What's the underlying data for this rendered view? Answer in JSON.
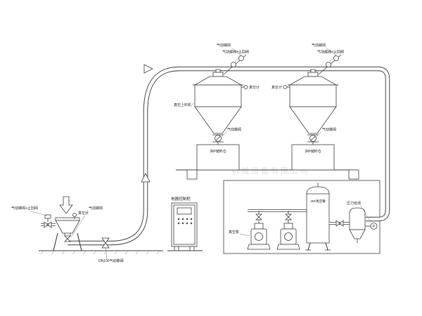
{
  "colors": {
    "line": "#3a3a3a",
    "background": "#ffffff",
    "watermark": "#c9c9c9"
  },
  "watermark": "机械设备有限公司",
  "feeder": {
    "combo_valve_label": "气动蝶阀+止回阀",
    "gauge_label": "真空计",
    "valve_label": "气动蝶阀",
    "line_valve_label": "DN100气动蝶阀"
  },
  "receivers": {
    "unit_note": "真空上料机",
    "top_valve_label": "气动蝶阀",
    "top_combo_valve_label": "气动蝶阀+止回阀",
    "gauge_label": "真空计",
    "discharge_valve_label": "气动蝶阀",
    "bin_label": "3M³储料仓"
  },
  "control_cabinet": {
    "label": "电器控制柜"
  },
  "pump_room": {
    "pump_label": "真空泵",
    "tank_label": "3M³真空罐",
    "pressure_label": "压力检测",
    "instrument_tag": "P"
  }
}
